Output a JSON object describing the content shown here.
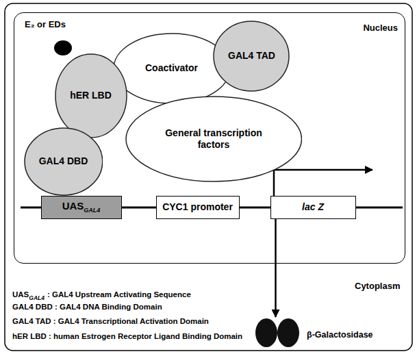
{
  "diagram": {
    "nodes": [
      {
        "text": [
          "Nucleus"
        ]
      },
      {
        "text": [
          "hER LBD"
        ],
        "in": 0
      },
      {
        "text": [
          "GAL4 DBD"
        ],
        "in": 0
      },
      {
        "text": [
          "Coactivator"
        ],
        "in": 0
      },
      {
        "text": [
          "GAL4 TAD"
        ],
        "in": 0
      },
      {
        "text": [
          "General transcription factors"
        ],
        "in": 0
      },
      {
        "text": [
          "UAS",
          "GAL4"
        ],
        "in": 0
      },
      {
        "text": [
          "CYC1 promoter"
        ],
        "in": 0
      },
      {
        "text": [
          "lac Z"
        ],
        "in": 0
      },
      {
        "text": [
          "β-Galactosidase"
        ]
      }
    ],
    "edges": [
      {
        "from": 8,
        "to": 9,
        "arrow": "to"
      }
    ],
    "labels": [
      "E₂ or EDs",
      "Cytoplasm",
      "UAS",
      "GAL4",
      ": GAL4 Upstream Activating Sequence",
      "GAL4 DBD : GAL4 DNA Binding Domain",
      "GAL4 TAD : GAL4 Transcriptional Activation Domain",
      "hER LBD : human Estrogen Receptor Ligand Binding Domain"
    ]
  }
}
